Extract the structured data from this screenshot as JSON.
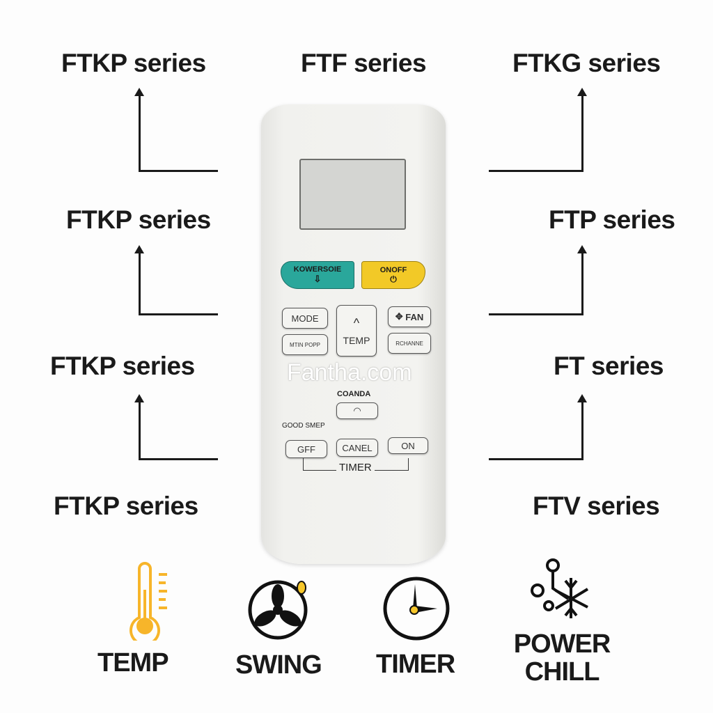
{
  "left_labels": [
    "FTKP series",
    "FTKP series",
    "FTKP series",
    "FTKP series"
  ],
  "right_labels": [
    "FTKG series",
    "FTP series",
    "FT series",
    "FTV series"
  ],
  "center_label": "FTF series",
  "remote": {
    "powerful_button": "KOWERSOIE",
    "onoff_button": "ONOFF",
    "mode_button": "MODE",
    "temp_up": "^",
    "temp_label": "TEMP",
    "fan_button": "FAN",
    "left_lower_button": "MTIN POPP",
    "right_lower_button": "RCHANNE",
    "coanda_label": "COANDA",
    "good_sleep_label": "GOOD SMEP",
    "off_button": "GFF",
    "cancel_button": "CANEL",
    "on_button": "ON",
    "timer_label": "TIMER",
    "colors": {
      "teal": "#2aa79b",
      "yellow": "#f2c927"
    }
  },
  "watermark": "Fantha.com",
  "features": [
    {
      "label": "TEMP",
      "icon": "thermometer-icon"
    },
    {
      "label": "SWING",
      "icon": "fan-icon"
    },
    {
      "label": "TIMER",
      "icon": "clock-icon"
    },
    {
      "label": "POWER CHILL",
      "icon": "snowflake-icon"
    }
  ],
  "accent": "#f7b52a"
}
